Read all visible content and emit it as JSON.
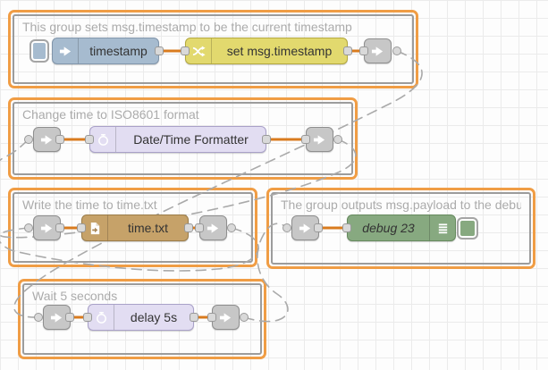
{
  "app": {
    "name": "Node-RED flow editor canvas"
  },
  "colors": {
    "group_selection_border": "#f09d45",
    "wire": "#d97b1e",
    "link_wire": "#aaaaaa",
    "inject_node": "#a6bbcf",
    "change_node": "#e2d96e",
    "formatter_node": "#e2ddf2",
    "file_node": "#c6a269",
    "debug_node": "#87a980",
    "delay_node": "#e2ddf2",
    "link_node": "#c7c7c7",
    "grid_line": "#ebebeb"
  },
  "groups": [
    {
      "label": "This group sets msg.timestamp to be the current timestamp"
    },
    {
      "label": "Change time to ISO8601 format"
    },
    {
      "label": "Write the time to time.txt"
    },
    {
      "label": "The group outputs msg.payload to the debug"
    },
    {
      "label": "Wait 5 seconds"
    }
  ],
  "nodes": {
    "inject": "timestamp",
    "change": "set msg.timestamp",
    "formatter": "Date/Time Formatter",
    "file": "time.txt",
    "debug": "debug 23",
    "delay": "delay 5s"
  },
  "icons": {
    "inject": "inject-arrow-icon",
    "change": "shuffle-icon",
    "link": "link-arrow-icon",
    "timer": "timer-icon",
    "file": "file-icon",
    "debug": "list-icon"
  }
}
